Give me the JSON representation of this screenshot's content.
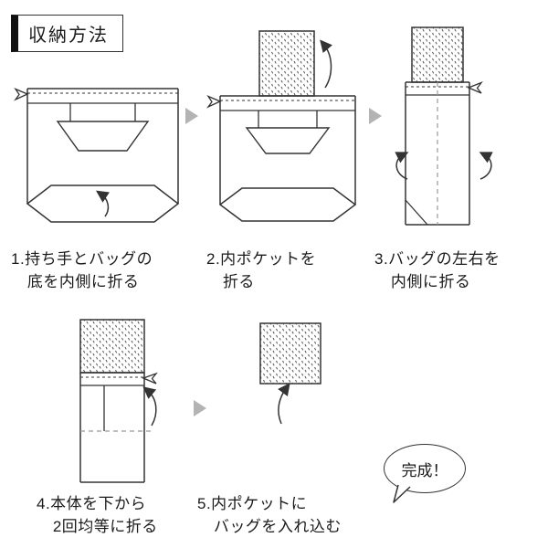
{
  "title": "収納方法",
  "steps": [
    {
      "line1": "1.持ち手とバッグの",
      "line2": "底を内側に折る"
    },
    {
      "line1": "2.内ポケットを",
      "line2": "折る"
    },
    {
      "line1": "3.バッグの左右を",
      "line2": "内側に折る"
    },
    {
      "line1": "4.本体を下から",
      "line2": "2回均等に折る"
    },
    {
      "line1": "5.内ポケットに",
      "line2": "バッグを入れ込む"
    }
  ],
  "bubble": {
    "label": "完成！"
  },
  "colors": {
    "line": "#333333",
    "next_arrow": "#b3b3b3",
    "dashed_fold_line": "#999999",
    "background": "#ffffff"
  }
}
